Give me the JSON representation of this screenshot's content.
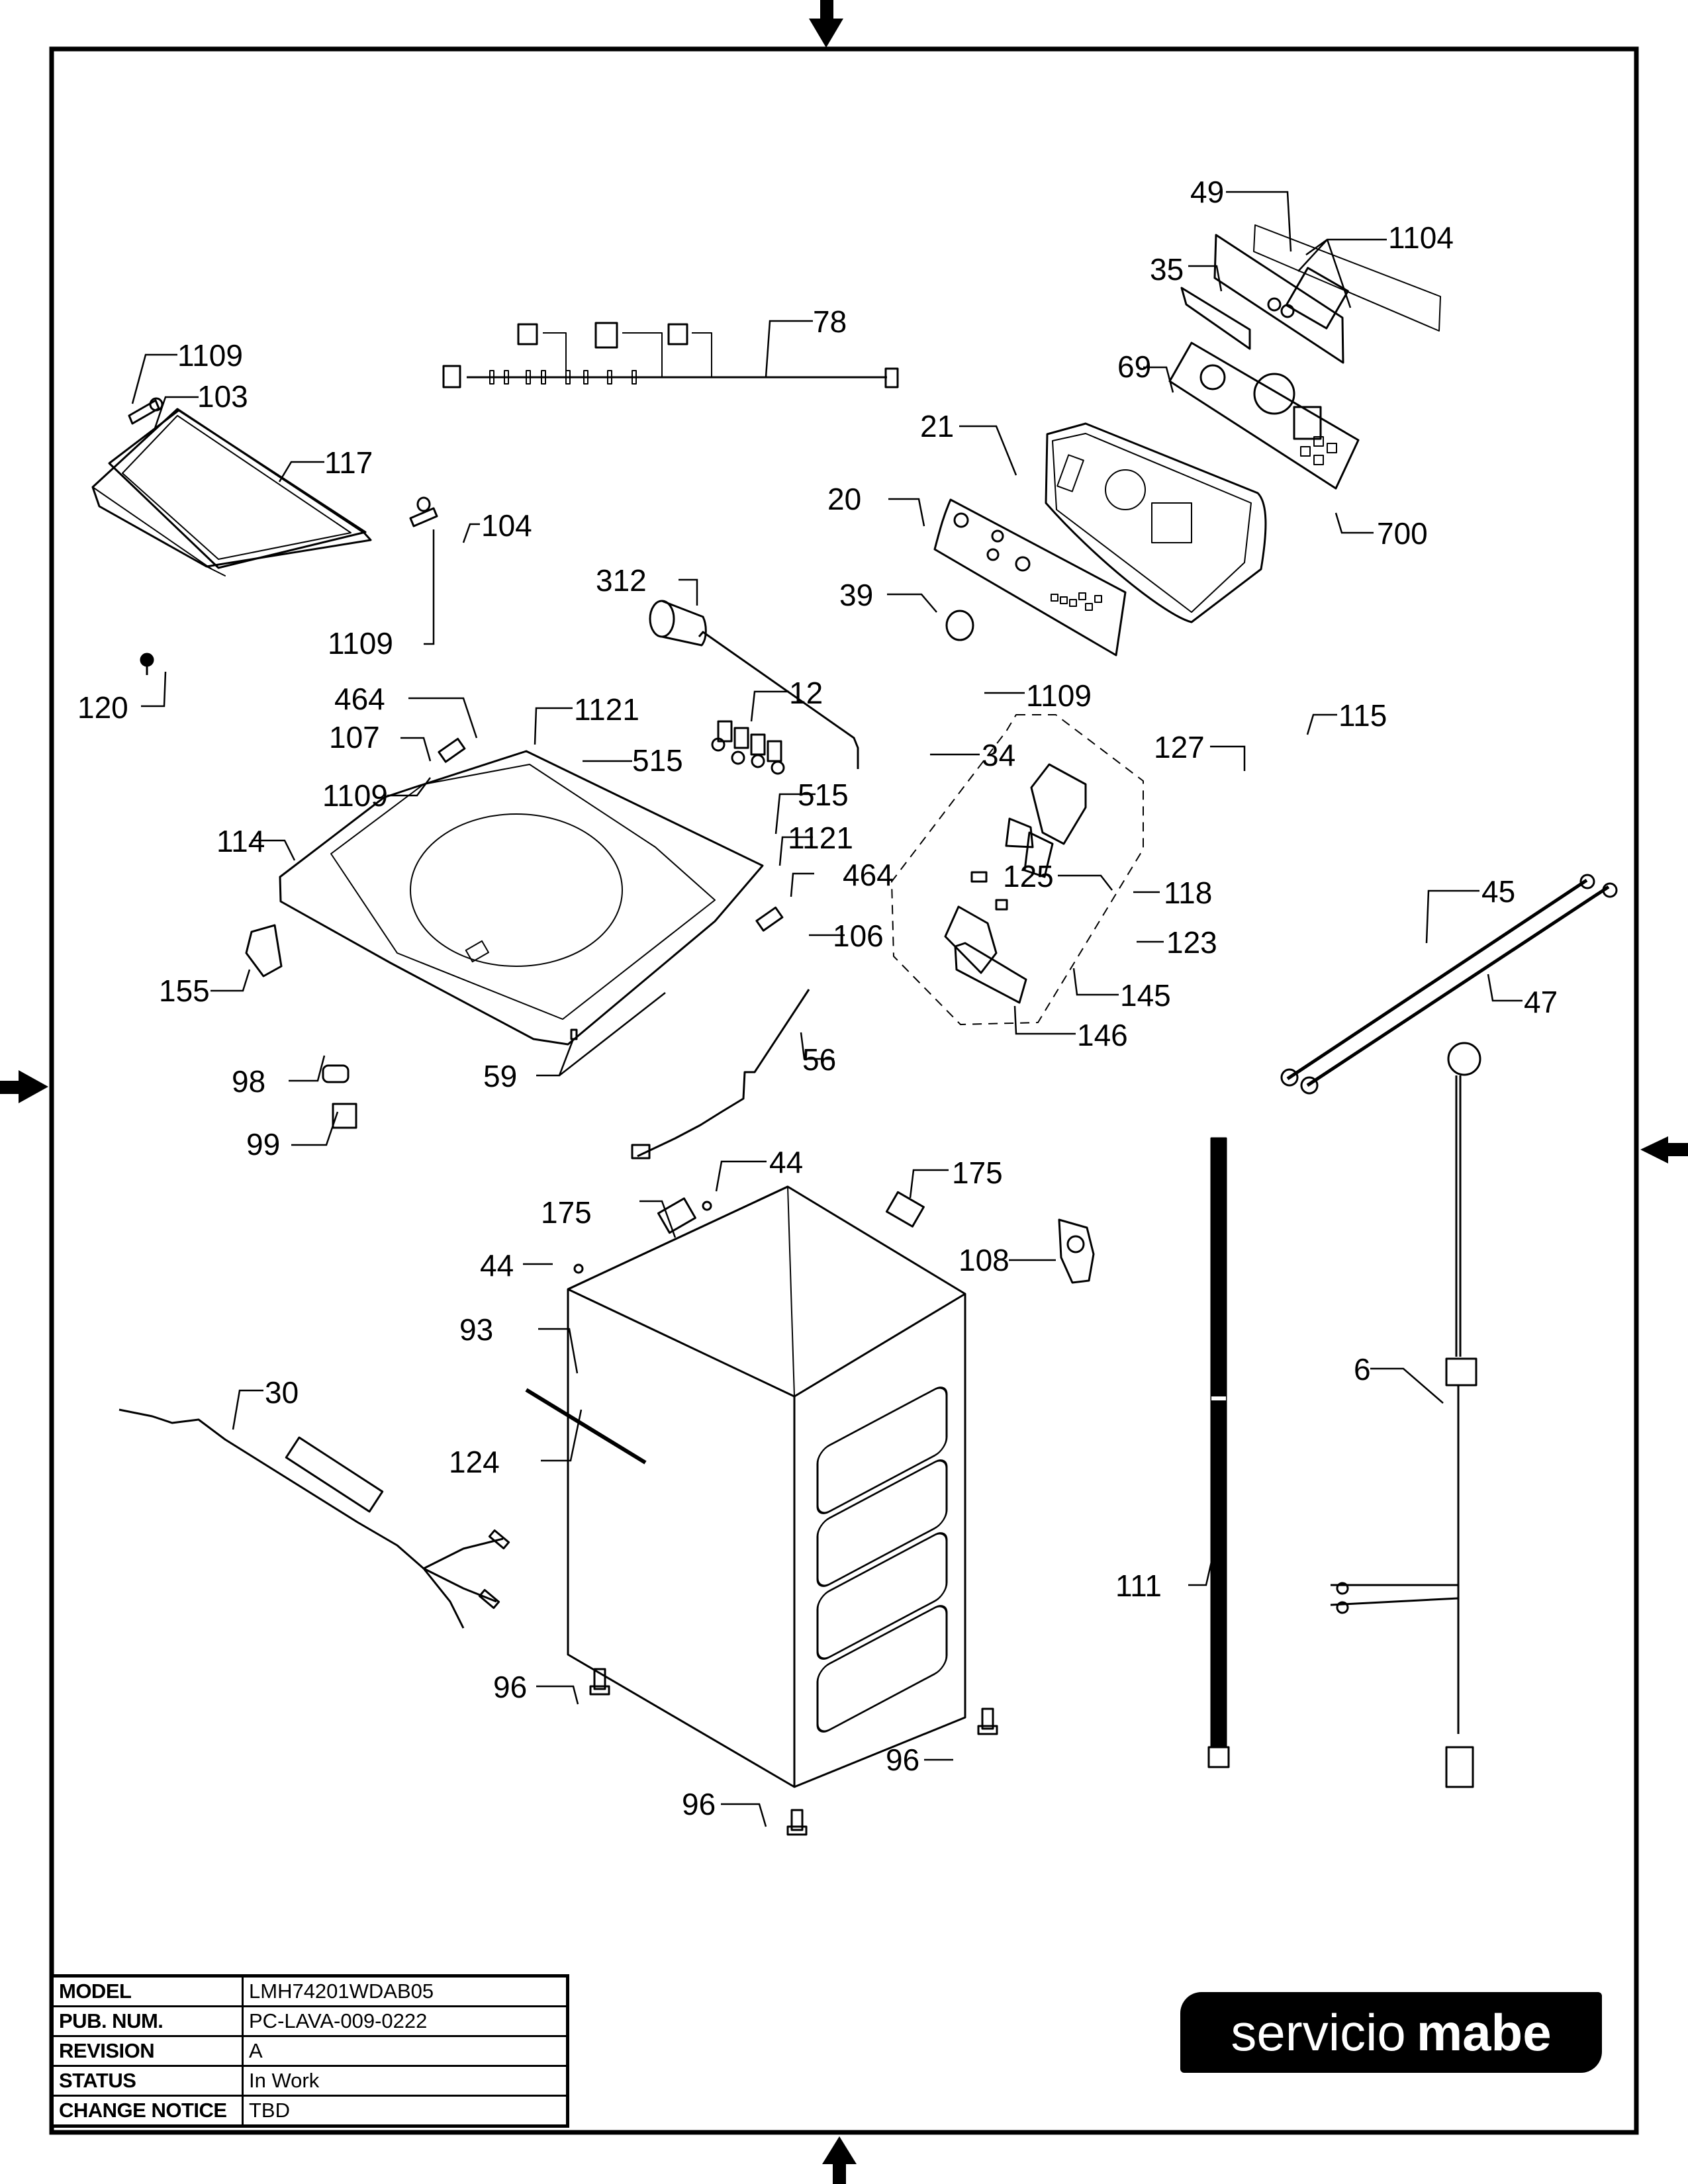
{
  "document": {
    "type": "exploded parts diagram",
    "subject": "top-load washing machine cabinet and control panel"
  },
  "callouts": [
    {
      "id": "49"
    },
    {
      "id": "1104"
    },
    {
      "id": "35"
    },
    {
      "id": "69"
    },
    {
      "id": "700"
    },
    {
      "id": "78"
    },
    {
      "id": "21"
    },
    {
      "id": "20"
    },
    {
      "id": "39"
    },
    {
      "id": "1109"
    },
    {
      "id": "312"
    },
    {
      "id": "1109"
    },
    {
      "id": "103"
    },
    {
      "id": "117"
    },
    {
      "id": "104"
    },
    {
      "id": "1109"
    },
    {
      "id": "120"
    },
    {
      "id": "464"
    },
    {
      "id": "107"
    },
    {
      "id": "1121"
    },
    {
      "id": "515"
    },
    {
      "id": "1109"
    },
    {
      "id": "12"
    },
    {
      "id": "34"
    },
    {
      "id": "114"
    },
    {
      "id": "515"
    },
    {
      "id": "1121"
    },
    {
      "id": "464"
    },
    {
      "id": "106"
    },
    {
      "id": "155"
    },
    {
      "id": "115"
    },
    {
      "id": "127"
    },
    {
      "id": "125"
    },
    {
      "id": "118"
    },
    {
      "id": "123"
    },
    {
      "id": "145"
    },
    {
      "id": "146"
    },
    {
      "id": "45"
    },
    {
      "id": "47"
    },
    {
      "id": "98"
    },
    {
      "id": "99"
    },
    {
      "id": "59"
    },
    {
      "id": "56"
    },
    {
      "id": "44"
    },
    {
      "id": "175"
    },
    {
      "id": "175"
    },
    {
      "id": "44"
    },
    {
      "id": "108"
    },
    {
      "id": "93"
    },
    {
      "id": "124"
    },
    {
      "id": "30"
    },
    {
      "id": "6"
    },
    {
      "id": "111"
    },
    {
      "id": "96"
    },
    {
      "id": "96"
    },
    {
      "id": "96"
    }
  ],
  "title_block": {
    "rows": [
      {
        "key": "MODEL",
        "value": "LMH74201WDAB05"
      },
      {
        "key": "PUB. NUM.",
        "value": "PC-LAVA-009-0222"
      },
      {
        "key": "REVISION",
        "value": "A"
      },
      {
        "key": "STATUS",
        "value": "In Work"
      },
      {
        "key": "CHANGE NOTICE",
        "value": "TBD"
      }
    ]
  },
  "logo": {
    "text_light": "servicio",
    "text_bold": "mabe",
    "background": "#000000",
    "foreground": "#ffffff"
  },
  "registration_marks": [
    "top-arrow",
    "bottom-arrow",
    "left-arrow",
    "right-arrow"
  ]
}
